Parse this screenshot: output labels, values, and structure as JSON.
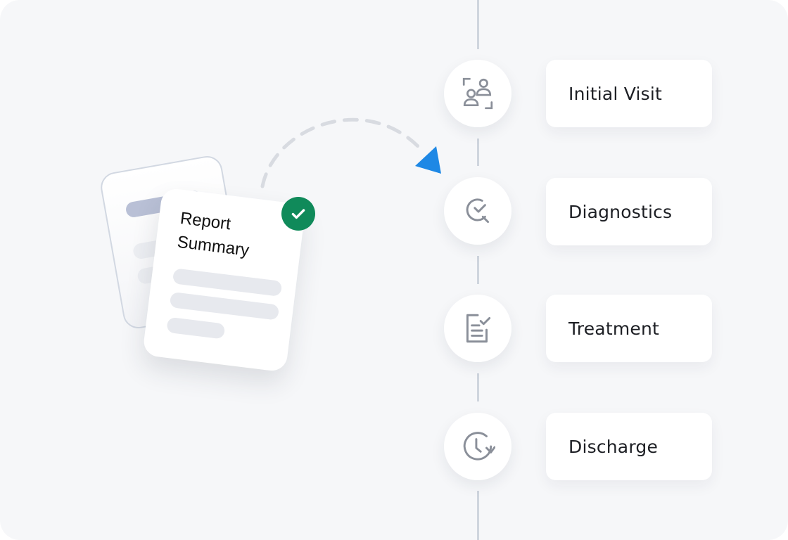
{
  "document": {
    "title_line1": "Report",
    "title_line2": "Summary",
    "status_icon": "check-icon"
  },
  "steps": [
    {
      "label": "Initial Visit",
      "icon": "patients-icon"
    },
    {
      "label": "Diagnostics",
      "icon": "search-check-icon"
    },
    {
      "label": "Treatment",
      "icon": "clipboard-check-icon"
    },
    {
      "label": "Discharge",
      "icon": "clock-refresh-icon"
    }
  ],
  "colors": {
    "accent": "#1e88e5",
    "success": "#108a5a",
    "icon": "#8a8f99",
    "timeline": "#cfd5de"
  }
}
